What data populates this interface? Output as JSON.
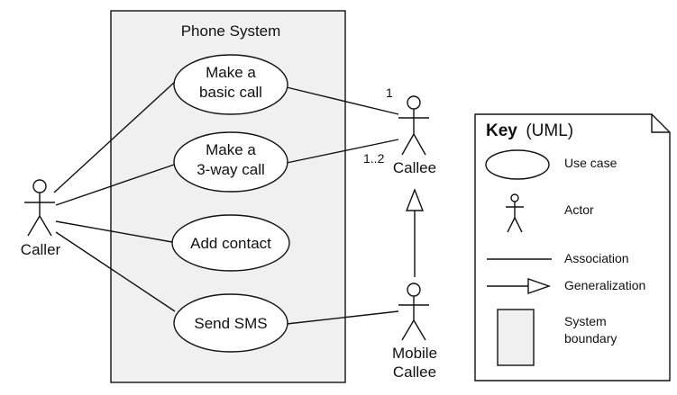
{
  "system": {
    "title": "Phone System"
  },
  "use_cases": {
    "basic_call": [
      "Make a",
      "basic call"
    ],
    "three_way_call": [
      "Make a",
      "3-way call"
    ],
    "add_contact": [
      "Add contact"
    ],
    "send_sms": [
      "Send SMS"
    ]
  },
  "actors": {
    "caller": "Caller",
    "callee": "Callee",
    "mobile_callee": [
      "Mobile",
      "Callee"
    ]
  },
  "multiplicity": {
    "basic_call_callee": "1",
    "three_way_call_callee": "1..2"
  },
  "key": {
    "title_bold": "Key",
    "title_rest": "(UML)",
    "use_case": "Use case",
    "actor": "Actor",
    "association": "Association",
    "generalization": "Generalization",
    "system_boundary": [
      "System",
      "boundary"
    ]
  }
}
